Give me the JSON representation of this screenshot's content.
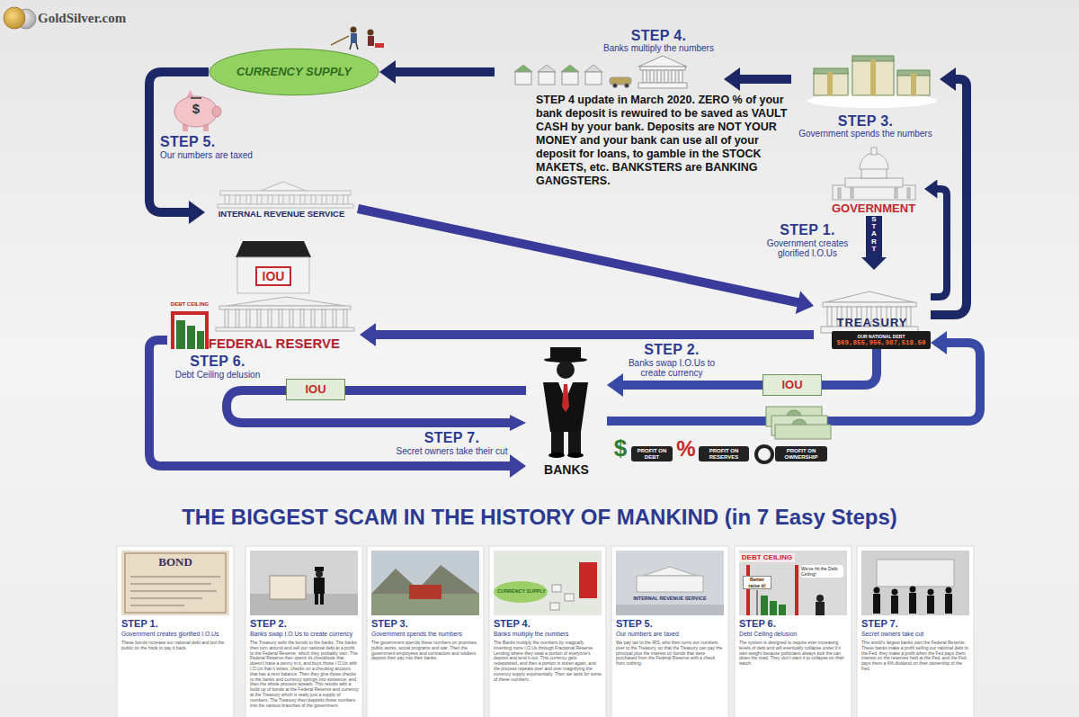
{
  "diagram": {
    "title": "THE BIGGEST SCAM IN THE HISTORY OF MANKIND (in 7 Easy Steps)",
    "nodes": [
      {
        "text": [
          "CURRENCY SUPPLY"
        ]
      },
      {
        "text": [
          "STEP 4.",
          "Banks multiply the numbers"
        ]
      },
      {
        "text": [
          "STEP 3.",
          "Government spends the numbers"
        ]
      },
      {
        "text": [
          "INTERNAL REVENUE SERVICE"
        ]
      },
      {
        "text": [
          "GOVERNMENT"
        ]
      },
      {
        "text": [
          "FEDERAL RESERVE"
        ]
      },
      {
        "text": [
          "TREASURY"
        ]
      },
      {
        "text": [
          "OUR NATIONAL DEBT",
          "$69,855,956,987,518.50"
        ],
        "in": 6
      },
      {
        "text": [
          "BANKS"
        ]
      },
      {
        "text": [
          "STEP 1.",
          "Government creates glorified I.O.Us",
          "These bonds increase our national debt and put the public on the hook to pay it back."
        ]
      },
      {
        "text": [
          "STEP 2.",
          "Banks swap I.O.Us to create currency",
          "The Treasury sells the bonds to the banks. The banks then turn around and sell our national debt at a profit to the Federal Reserve, which they probably own. The Federal Reserve then opens its checkbook that doesn't have a penny in it, and buys those I.O.Us with I.O.Us that it writes, checks on a checking account that has a zero balance. Then they give those checks to the banks and currency springs into existence, and then the whole process repeats. This results with a build up of bonds at the Federal Reserve and currency at the Treasury which is really just a supply of numbers. The Treasury then deposits those numbers into the various branches of the government."
        ]
      },
      {
        "text": [
          "STEP 3.",
          "Government spends the numbers",
          "The government spends these numbers on promises, public works, social programs and war. Then the government employees and contractors and soldiers deposit their pay into their banks."
        ]
      },
      {
        "text": [
          "STEP 4.",
          "Banks multiply the numbers",
          "The Banks multiply the numbers by magically inventing more I.O.Us through Fractional Reserve Lending where they steal a portion of everyone's deposit and lend it out. This currency gets redeposited, and then a portion is stolen again, and the process repeats over and over magnifying the currency supply exponentially. Then we work for some of these numbers."
        ]
      },
      {
        "text": [
          "STEP 5.",
          "Our numbers are taxed",
          "We pay tax to the IRS, who then turns our numbers over to the Treasury, so that the Treasury can pay the principal plus the interest on bonds that were purchased from the Federal Reserve with a check from nothing."
        ]
      },
      {
        "text": [
          "STEP 6.",
          "Debt Ceiling delusion",
          "The system is designed to require ever increasing levels of debt and will eventually collapse under it's own weight because politicians always kick the can down the road. They don't want it to collapse on their watch."
        ]
      },
      {
        "text": [
          "STEP 7.",
          "Secret owners take cut",
          "This world's largest banks own the Federal Reserve. These banks make a profit selling our national debt to the Fed, they make a profit when the Fed pays them interest on the reserves held at the Fed, and the Fed pays them a 6% dividend on their ownership of the Fed."
        ]
      }
    ],
    "edges": [
      {
        "from": 4,
        "to": 6,
        "arrow": "to",
        "label": "START"
      },
      {
        "from": 6,
        "to": 8,
        "arrow": "to"
      },
      {
        "from": 8,
        "to": 6,
        "arrow": "to"
      },
      {
        "from": 6,
        "to": 5,
        "arrow": "to"
      },
      {
        "from": 5,
        "to": 8,
        "arrow": "to"
      },
      {
        "from": 6,
        "to": 2,
        "arrow": "to"
      },
      {
        "from": 6,
        "to": 4,
        "arrow": "to"
      },
      {
        "from": 2,
        "to": 1,
        "arrow": "to"
      },
      {
        "from": 1,
        "to": 0,
        "arrow": "to"
      },
      {
        "from": 0,
        "to": 3,
        "arrow": "to"
      },
      {
        "from": 3,
        "to": 6,
        "arrow": "to"
      }
    ],
    "labels": [
      "GoldSilver.com",
      "STEP 4 update in March 2020. ZERO % of your bank deposit is rewuired to be saved as VAULT CASH by your bank. Deposits are NOT YOUR MONEY and your bank can use all of your deposit for loans, to gamble in the STOCK MAKETS, etc. BANKSTERS are BANKING GANGSTERS.",
      "$",
      "STEP 5.",
      "Our numbers are taxed",
      "STEP 1.",
      "Government creates glorified I.O.Us",
      "DEBT CEILING",
      "IOU",
      "STEP 6.",
      "Debt Ceiling delusion",
      "STEP 2.",
      "Banks swap I.O.Us to create currency",
      "IOU",
      "IOU",
      "STEP 7.",
      "Secret owners take their cut",
      "$",
      "PROFIT ON DEBT",
      "%",
      "PROFIT ON RESERVES",
      "PROFIT ON OWNERSHIP",
      "BOND",
      "CURRENCY SUPPLY",
      "INTERNAL REVENUE SERVICE",
      "DEBT CEILING",
      "Better raise it!",
      "We've hit the Debt Ceiling!"
    ]
  }
}
